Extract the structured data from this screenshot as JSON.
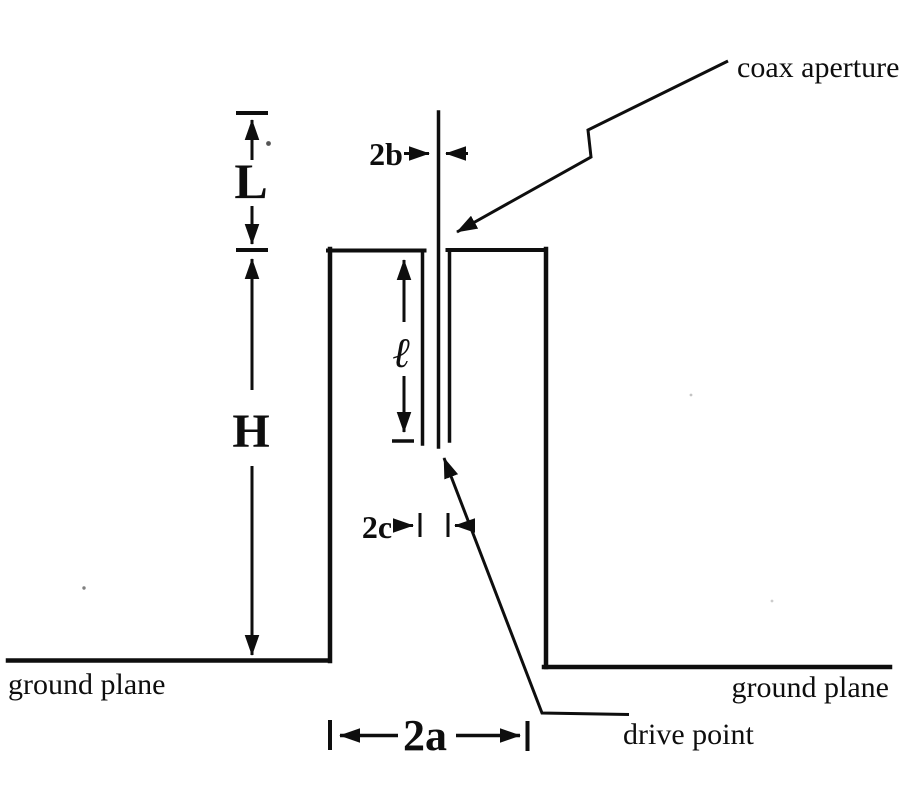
{
  "colors": {
    "ink": "#0e0e0e",
    "paper": "#ffffff"
  },
  "labels": {
    "coax_aperture": "coax aperture",
    "drive_point": "drive point",
    "ground_plane_left": "ground plane",
    "ground_plane_right": "ground plane"
  },
  "dimensions": {
    "monopole_length": "L",
    "sleeve_height": "H",
    "inner_feed_depth": "ℓ",
    "sleeve_diameter": "2a",
    "wire_diameter": "2b",
    "coax_diameter": "2c"
  }
}
